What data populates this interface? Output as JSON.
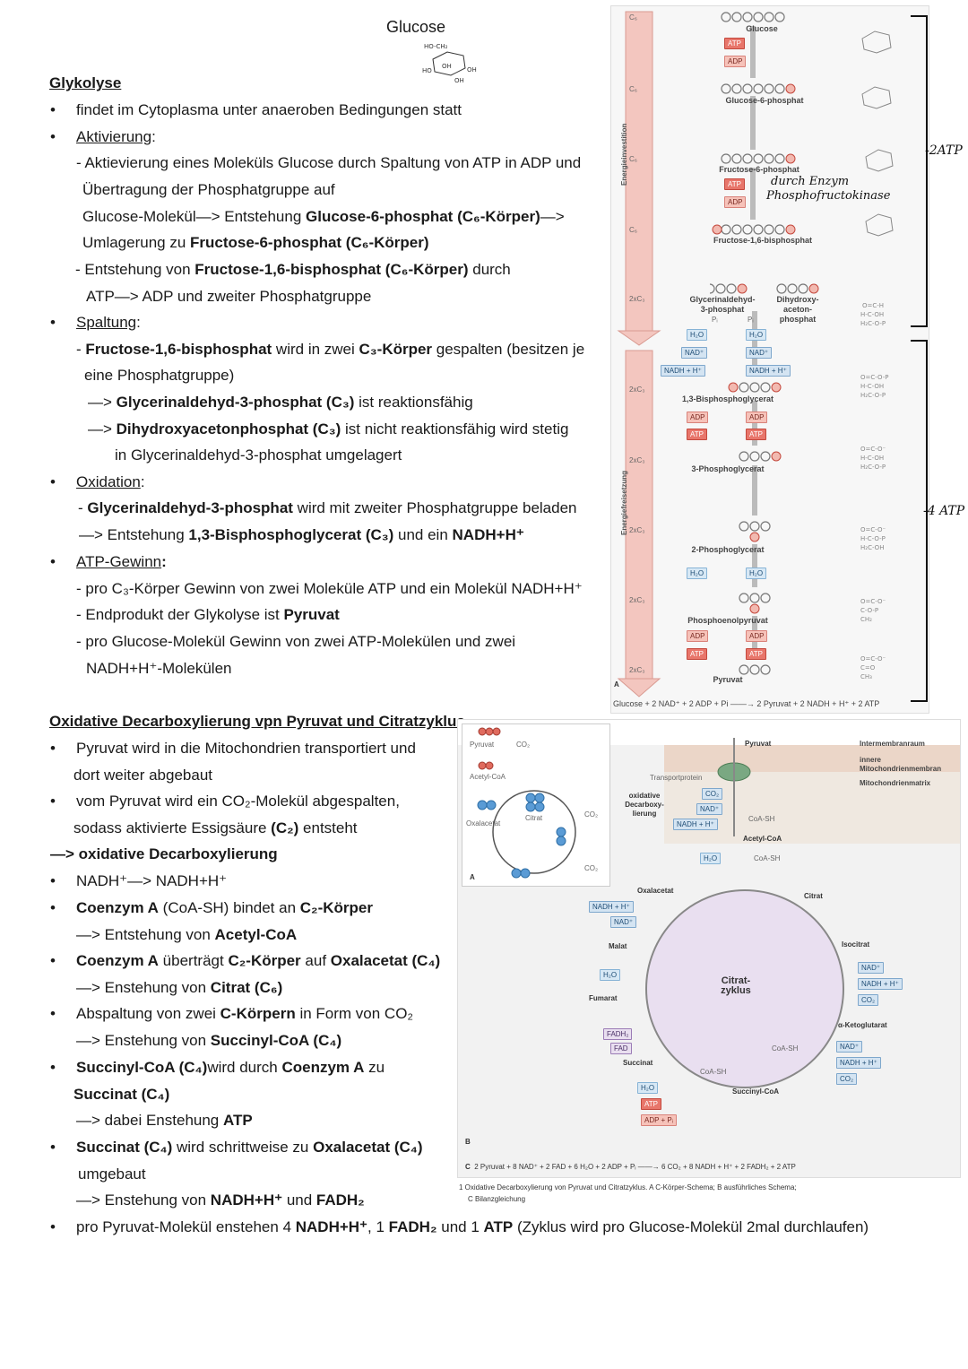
{
  "glucose_title": "Glucose",
  "glycolysis": {
    "heading": "Glykolyse",
    "l1": "findet  im Cytoplasma unter anaeroben Bedingungen statt",
    "activation": "Aktivierung",
    "l2": "- Aktievierung eines Moleküls Glucose durch Spaltung von ATP in ADP und",
    "l3": "Übertragung der Phosphatgruppe auf",
    "l4a": "Glucose-Molekül—> Entstehung ",
    "l4b": "Glucose-6-phosphat (C₆-Körper)",
    "l4c": "—>",
    "l5a": "Umlagerung zu ",
    "l5b": "Fructose-6-phosphat (C₆-Körper)",
    "l6a": "- Entstehung von ",
    "l6b": "Fructose-1,6-bisphosphat (C₆-Körper)",
    "l6c": " durch",
    "l7": "ATP—> ADP und zweiter Phosphatgruppe",
    "split": "Spaltung",
    "l8a": "- ",
    "l8b": "Fructose-1,6-bisphosphat",
    "l8c": " wird in zwei ",
    "l8d": "C₃-Körper",
    "l8e": " gespalten (besitzen je",
    "l9": "eine Phosphatgruppe)",
    "l10a": "—> ",
    "l10b": "Glycerinaldehyd-3-phosphat (C₃)",
    "l10c": " ist reaktionsfähig",
    "l11a": "—> ",
    "l11b": "Dihydroxyacetonphosphat (C₃)",
    "l11c": " ist nicht reaktionsfähig wird stetig",
    "l12": "in Glycerinaldehyd-3-phosphat umgelagert",
    "oxidation": "Oxidation",
    "l13a": "- ",
    "l13b": "Glycerinaldehyd-3-phosphat",
    "l13c": " wird mit zweiter Phosphatgruppe beladen",
    "l14a": "—> Entstehung ",
    "l14b": "1,3-Bisphosphoglycerat (C₃)",
    "l14c": " und ein ",
    "l14d": "NADH+H⁺",
    "atpgain": "ATP-Gewinn",
    "l15": "- pro C₃-Körper Gewinn von zwei Moleküle ATP und ein Molekül NADH+H⁺",
    "l16a": "- Endprodukt der Glykolyse ist ",
    "l16b": "Pyruvat",
    "l17": "- pro Glucose-Molekül Gewinn von zwei ATP-Molekülen und zwei",
    "l18": "NADH+H⁺-Molekülen"
  },
  "citrate": {
    "heading": "Oxidative Decarboxylierung vpn Pyruvat und Citratzyklus",
    "c1": "Pyruvat wird in die Mitochondrien transportiert und",
    "c2": "dort weiter abgebaut",
    "c3": "vom Pyruvat wird ein CO₂-Molekül abgespalten,",
    "c4a": "sodass aktivierte Essigsäure ",
    "c4b": "(C₂)",
    "c4c": " entsteht",
    "c5": "—> oxidative Decarboxylierung",
    "c6": "NADH⁺—> NADH+H⁺",
    "c7a": "Coenzym A",
    "c7b": " (CoA-SH) bindet an ",
    "c7c": "C₂-Körper",
    "c8a": "—> Entstehung von ",
    "c8b": "Acetyl-CoA",
    "c9a": "Coenzym A",
    "c9b": " überträgt ",
    "c9c": "C₂-Körper",
    "c9d": " auf ",
    "c9e": "Oxalacetat (C₄)",
    "c10a": "—> Enstehung von ",
    "c10b": "Citrat (C₆)",
    "c11a": "Abspaltung von zwei ",
    "c11b": "C-Körpern",
    "c11c": " in Form von CO₂",
    "c12a": "—> Enstehung von ",
    "c12b": "Succinyl-CoA (C₄)",
    "c13a": "Succinyl-CoA (C₄)",
    "c13b": "wird durch ",
    "c13c": "Coenzym A",
    "c13d": " zu",
    "c14": "Succinat (C₄)",
    "c15a": "—> dabei Enstehung ",
    "c15b": "ATP",
    "c16a": "Succinat (C₄)",
    "c16b": " wird schrittweise zu ",
    "c16c": "Oxalacetat (C₄)",
    "c17": "umgebaut",
    "c18a": "—> Enstehung von ",
    "c18b": "NADH+H⁺",
    "c18c": " und ",
    "c18d": "FADH₂",
    "c19a": "pro Pyruvat-Molekül enstehen 4 ",
    "c19b": "NADH+H⁺",
    "c19c": ", 1 ",
    "c19d": "FADH₂",
    "c19e": " und 1 ",
    "c19f": "ATP",
    "c19g": " (Zyklus wird pro Glucose-Molekül 2mal durchlaufen)"
  },
  "fig1": {
    "glucose": "Glucose",
    "g6p": "Glucose-6-phosphat",
    "f6p": "Fructose-6-phosphat",
    "f16bp": "Fructose-1,6-bisphosphat",
    "gap": "Glycerinaldehyd-3-phosphat",
    "dhap": "Dihydroxy-aceton-phosphat",
    "bpg": "1,3-Bisphosphoglycerat",
    "pg3": "3-Phosphoglycerat",
    "pg2": "2-Phosphoglycerat",
    "pep": "Phosphoenolpyruvat",
    "pyr": "Pyruvat",
    "atp": "ATP",
    "adp": "ADP",
    "nad": "NAD⁺",
    "nadh": "NADH + H⁺",
    "h2o": "H₂O",
    "pi": "Pᵢ",
    "c6": "C₆",
    "c3x2": "2xC₃",
    "ei": "Energieinvestition",
    "ef": "Energiefreisetzung",
    "label_a": "A",
    "equation": "Glucose + 2 NAD⁺ + 2 ADP + Pi ——→ 2 Pyruvat + 2 NADH + H⁺ + 2 ATP",
    "hand_enzyme1": "durch Enzym",
    "hand_enzyme2": "Phosphofructokinase",
    "hand_2atp": "-2ATP",
    "hand_4atp": "-4 ATP"
  },
  "fig2": {
    "pyruvat": "Pyruvat",
    "co2": "CO₂",
    "acetylcoa": "Acetyl-CoA",
    "oxalacetat": "Oxalacetat",
    "citrat": "Citrat",
    "label_a": "A",
    "label_b": "B",
    "label_c": "C",
    "intermembran": "Intermembranraum",
    "innere": "innere Mitochondrienmembran",
    "matrix": "Mitochondrienmatrix",
    "transport": "Transportprotein",
    "oxdec": "oxidative Decarboxy-lierung",
    "coash": "CoA-SH",
    "cycle": "Citrat-zyklus",
    "isocitrat": "Isocitrat",
    "akg": "α-Ketoglutarat",
    "succcoa": "Succinyl-CoA",
    "succinat": "Succinat",
    "fumarat": "Fumarat",
    "malat": "Malat",
    "fadh2": "FADH₂",
    "fad": "FAD",
    "atp": "ATP",
    "adp": "ADP + Pᵢ",
    "nad": "NAD⁺",
    "nadh": "NADH + H⁺",
    "h2o": "H₂O",
    "equation": "2 Pyruvat + 8 NAD⁺ + 2 FAD + 6 H₂O + 2 ADP + Pᵢ ——→ 6 CO₂ + 8 NADH + H⁺ + 2 FADH₂ + 2 ATP",
    "caption": "1  Oxidative Decarboxylierung von Pyruvat und Citratzyklus. A C-Körper-Schema; B ausführliches Schema;",
    "caption2": "C Bilanzgleichung"
  }
}
